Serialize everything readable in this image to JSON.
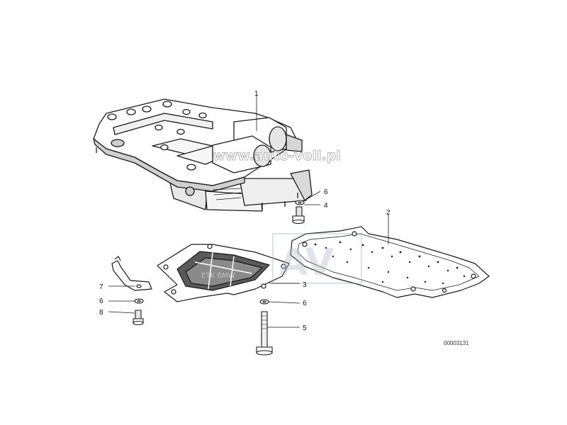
{
  "diagram": {
    "callouts": [
      {
        "id": "c1",
        "label": "1"
      },
      {
        "id": "c2",
        "label": "2"
      },
      {
        "id": "c3",
        "label": "3"
      },
      {
        "id": "c4",
        "label": "4"
      },
      {
        "id": "c5",
        "label": "5"
      },
      {
        "id": "c6a",
        "label": "6"
      },
      {
        "id": "c6b",
        "label": "6"
      },
      {
        "id": "c6c",
        "label": "6"
      },
      {
        "id": "c7",
        "label": "7"
      },
      {
        "id": "c8",
        "label": "8"
      }
    ],
    "document_number": "00003131"
  },
  "watermark": {
    "text": "www.auto-voll.pl",
    "logo": "AV",
    "secondary": "ETK BMW"
  },
  "colors": {
    "line": "#1a1a1a",
    "background": "#ffffff",
    "watermark": "#b0b0b0"
  }
}
